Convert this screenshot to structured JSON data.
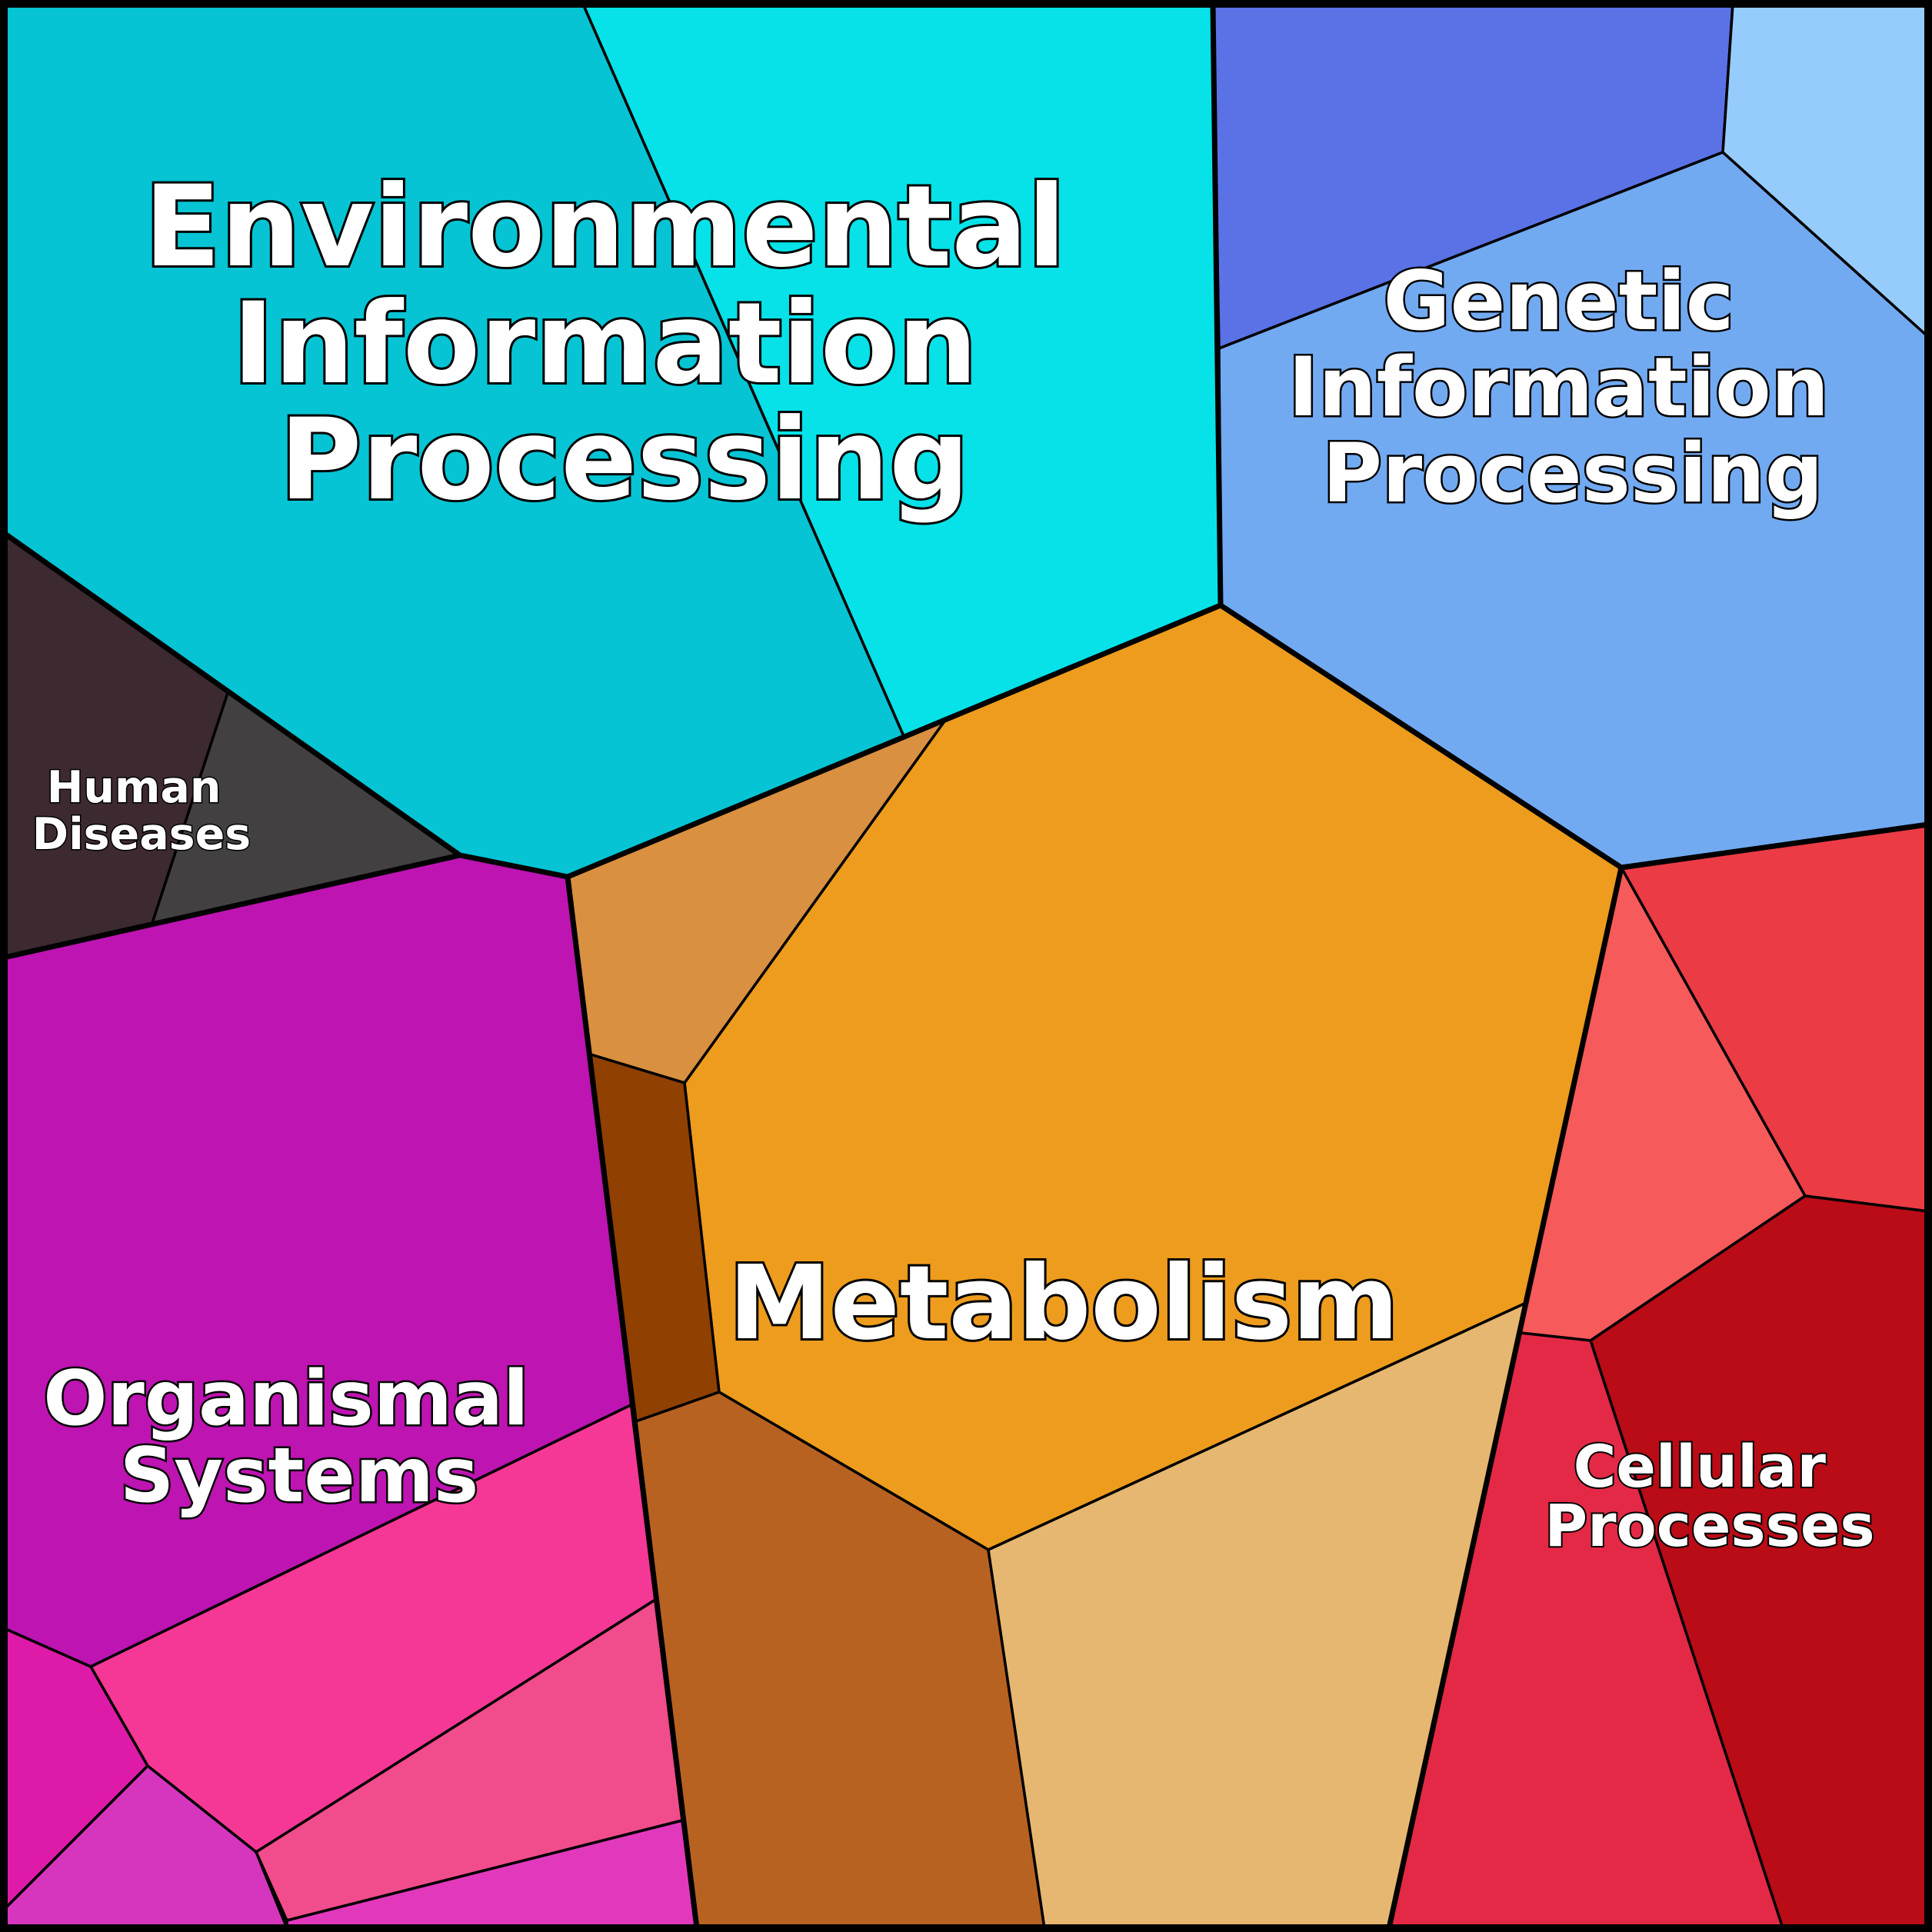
{
  "diagram": {
    "categories": [
      {
        "id": "env",
        "label_lines": [
          "Environmental",
          "Information",
          "Processing"
        ]
      },
      {
        "id": "gen",
        "label_lines": [
          "Genetic",
          "Information",
          "Processing"
        ]
      },
      {
        "id": "hum",
        "label_lines": [
          "Human",
          "Diseases"
        ]
      },
      {
        "id": "met",
        "label_lines": [
          "Metabolism"
        ]
      },
      {
        "id": "org",
        "label_lines": [
          "Organismal",
          "Systems"
        ]
      },
      {
        "id": "cell",
        "label_lines": [
          "Cellular",
          "Processes"
        ]
      }
    ],
    "colors": {
      "env": [
        "#06c4d4",
        "#06e2e8"
      ],
      "gen": [
        "#5a72e6",
        "#96ccfc",
        "#72aaf2"
      ],
      "hum": [
        "#3c2a30",
        "#424040"
      ],
      "met": [
        "#ed9c1e",
        "#d99040",
        "#904000",
        "#b86222",
        "#e6b770"
      ],
      "org": [
        "#bd14b2",
        "#f53896",
        "#de1aa8",
        "#d636be",
        "#f14c8c",
        "#e239bc"
      ],
      "cell": [
        "#eb3b45",
        "#f75a5a",
        "#b90c17",
        "#e42946"
      ]
    }
  }
}
